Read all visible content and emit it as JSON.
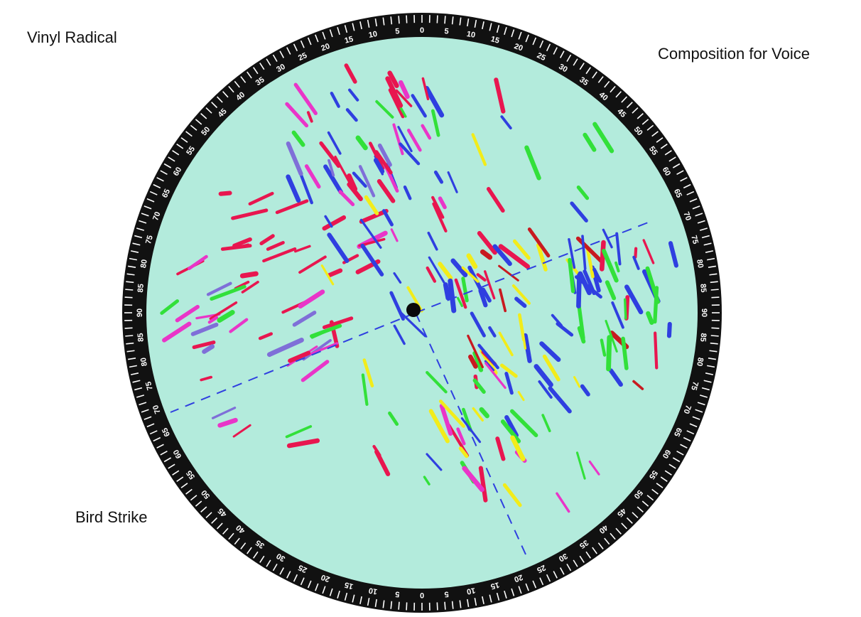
{
  "labels": {
    "top_left": "Vinyl Radical",
    "top_right": "Composition for Voice",
    "bottom_left": "Bird Strike"
  },
  "dial": {
    "numbers": [
      "0",
      "5",
      "10",
      "15",
      "20",
      "25",
      "30",
      "35",
      "40",
      "45",
      "50",
      "55",
      "60",
      "65",
      "70",
      "75",
      "80",
      "85",
      "90"
    ]
  },
  "colors": {
    "disc_fill": "#b3ebdc",
    "ring": "#111111",
    "ring_marks": "#ffffff",
    "center_spindle": "#0a0a0a",
    "stroke_palette": [
      "#e8164f",
      "#e935c8",
      "#2f3fe0",
      "#f2ec1a",
      "#32e03a",
      "#7f6fd8",
      "#c81a20"
    ]
  }
}
